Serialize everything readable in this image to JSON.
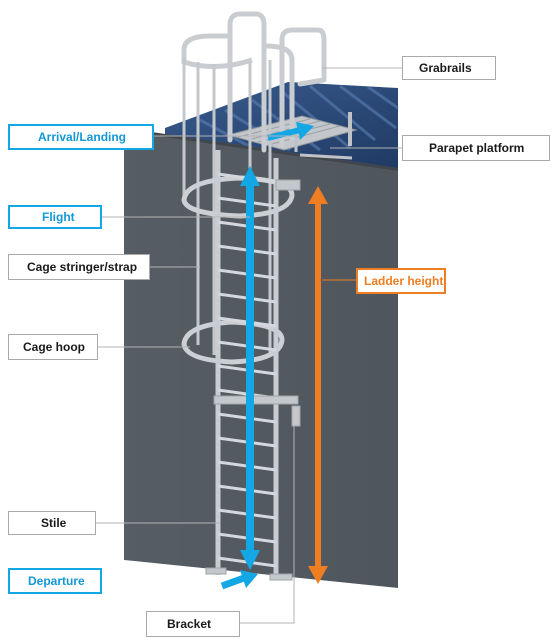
{
  "labels": {
    "grabrails": "Grabrails",
    "arrival_landing": "Arrival/Landing",
    "parapet_platform": "Parapet platform",
    "flight": "Flight",
    "cage_stringer": "Cage stringer/strap",
    "ladder_height": "Ladder height",
    "cage_hoop": "Cage hoop",
    "stile": "Stile",
    "departure": "Departure",
    "bracket": "Bracket"
  },
  "colors": {
    "blue_accent": "#14a7e6",
    "orange_accent": "#ef7d22",
    "wall": "#5a6168",
    "roof": "#2b4a79",
    "metal": "#c9cdd1"
  }
}
